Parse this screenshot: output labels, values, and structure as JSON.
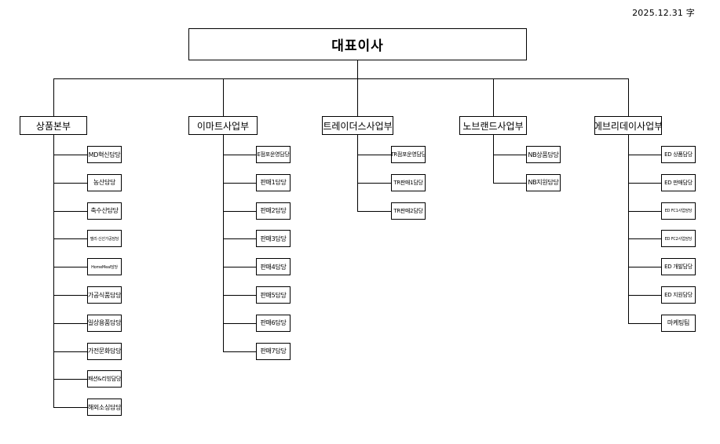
{
  "date": "2025.12.31 字",
  "ceo": "대표이사",
  "divisions": [
    {
      "name": "상품본부",
      "teams": [
        "MD혁신담당",
        "농산담당",
        "축수산담당",
        "델리·신선가공담당",
        "HomeMeal담당",
        "가공식품담당",
        "일상용품담당",
        "가전문화담당",
        "패션&리빙담당",
        "해외소싱담당"
      ]
    },
    {
      "name": "이마트사업부",
      "teams": [
        "E점포운영담당",
        "판매1담당",
        "판매2담당",
        "판매3담당",
        "판매4담당",
        "판매5담당",
        "판매6담당",
        "판매7담당"
      ]
    },
    {
      "name": "트레이더스사업부",
      "teams": [
        "TR점포운영담당",
        "TR판매1담당",
        "TR판매2담당"
      ]
    },
    {
      "name": "노브랜드사업부",
      "teams": [
        "NB상품담당",
        "NB지원담당"
      ]
    },
    {
      "name": "에브리데이사업부",
      "teams": [
        "ED 상품담당",
        "ED 판매담당",
        "ED FC1사업담당",
        "ED FC2사업담당",
        "ED 개발담당",
        "ED 지원담당",
        "마케팅팀"
      ]
    }
  ]
}
